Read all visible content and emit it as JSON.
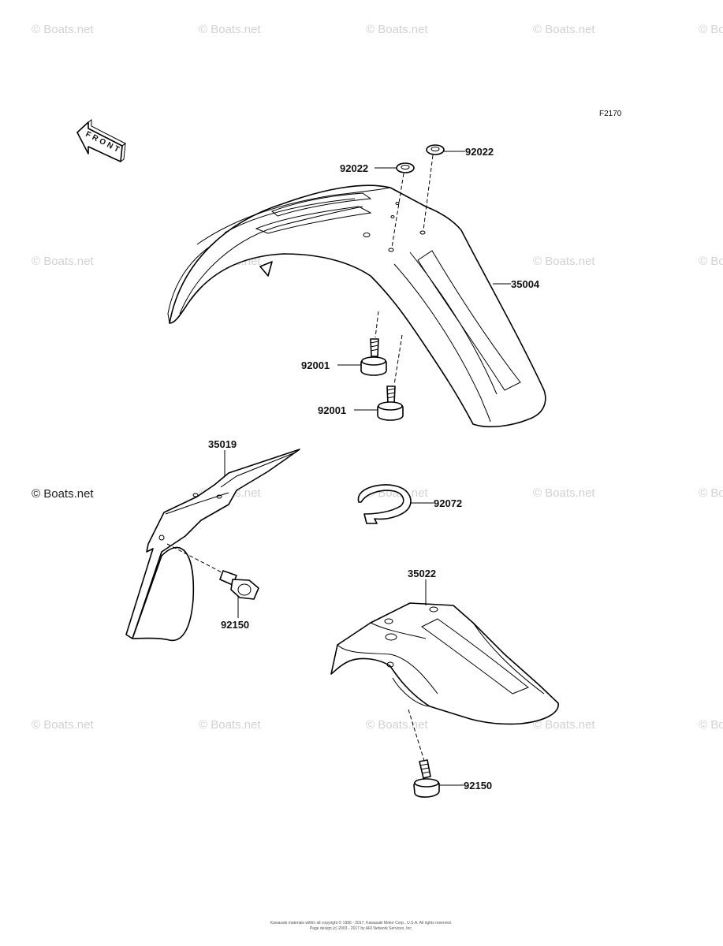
{
  "diagram_code": "F2170",
  "front_arrow_text": "FRONT",
  "watermark_text": "© Boats.net",
  "watermark_dark_text": "© Boats.net",
  "parts": {
    "p92022a": "92022",
    "p92022b": "92022",
    "p35004": "35004",
    "p92001a": "92001",
    "p92001b": "92001",
    "p35019": "35019",
    "p92072": "92072",
    "p92150a": "92150",
    "p35022": "35022",
    "p92150b": "92150"
  },
  "footer": {
    "line1": "Kawasaki materials within all copyright © 1996 - 2017, Kawasaki Motor Corp., U.S.A. All rights reserved.",
    "line2": "Page design (c) 2003 - 2017 by ARI Network Services, Inc."
  }
}
